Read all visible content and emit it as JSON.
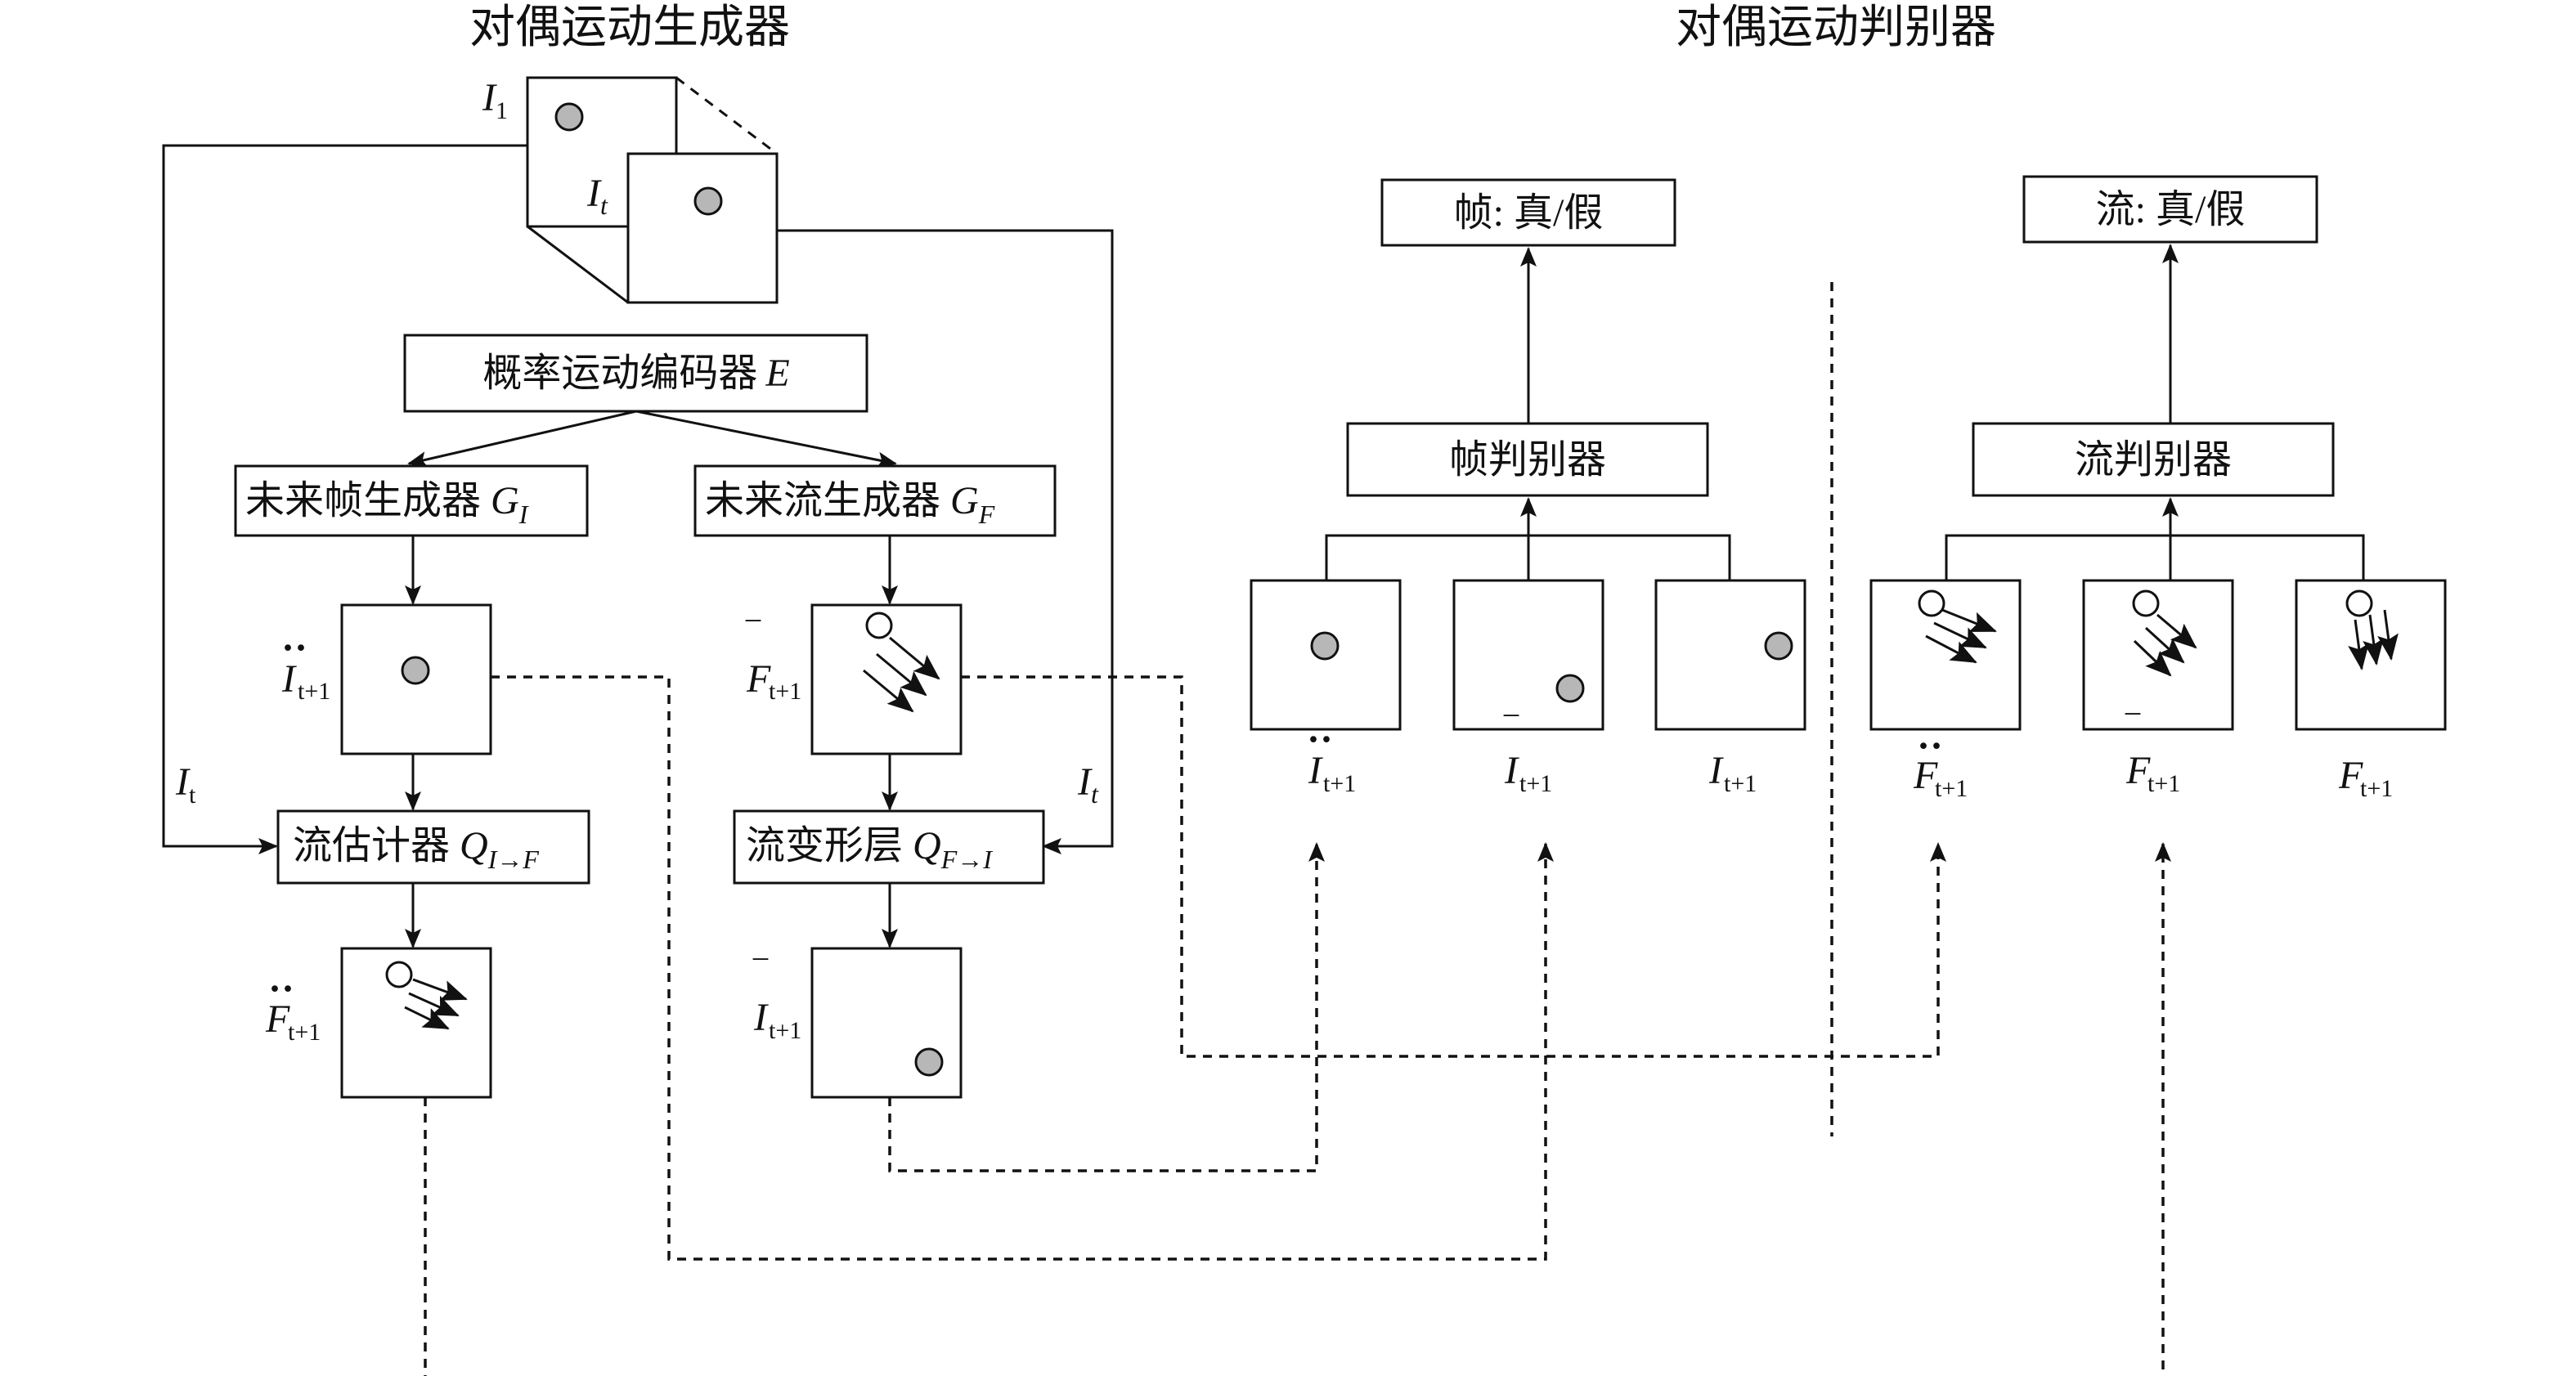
{
  "titles": {
    "generator": "对偶运动生成器",
    "discriminator": "对偶运动判别器"
  },
  "generator": {
    "encoder": "概率运动编码器",
    "encoder_symbol": "E",
    "frame_generator": "未来帧生成器",
    "frame_generator_symbol": "G",
    "frame_generator_subscript": "I",
    "flow_generator": "未来流生成器",
    "flow_generator_symbol": "G",
    "flow_generator_subscript": "F",
    "flow_estimator": "流估计器",
    "flow_estimator_symbol": "Q",
    "flow_estimator_subscript": "I→F",
    "flow_warp": "流变形层",
    "flow_warp_symbol": "Q",
    "flow_warp_subscript": "F→I"
  },
  "discriminator": {
    "frame_output": "帧: 真/假",
    "flow_output": "流: 真/假",
    "frame_discriminator": "帧判别器",
    "flow_discriminator": "流判别器"
  },
  "symbols": {
    "I": "I",
    "F": "F",
    "sub_1": "1",
    "sub_t": "t",
    "sub_t_roman": "t",
    "sub_t1": "t+1",
    "dots": "··",
    "bar": "‾"
  }
}
